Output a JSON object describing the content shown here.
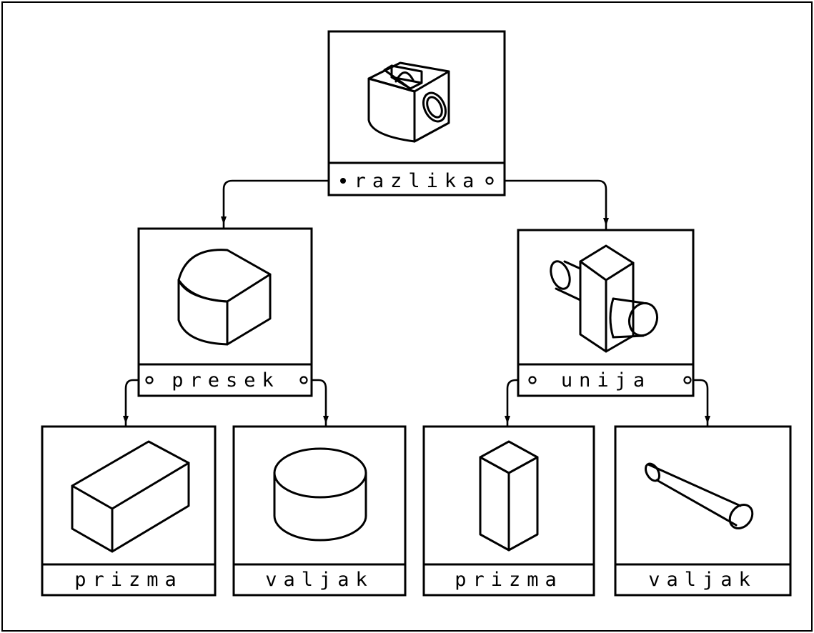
{
  "diagram": {
    "root": {
      "label": "razlika",
      "shape": "difference-solid"
    },
    "intersection": {
      "label": "presek",
      "shape": "rounded-block"
    },
    "union": {
      "label": "unija",
      "shape": "cross-prism-cylinder"
    },
    "leaves": [
      {
        "label": "prizma",
        "shape": "flat-prism"
      },
      {
        "label": "valjak",
        "shape": "short-cylinder"
      },
      {
        "label": "prizma",
        "shape": "tall-prism"
      },
      {
        "label": "valjak",
        "shape": "long-cylinder"
      }
    ]
  }
}
